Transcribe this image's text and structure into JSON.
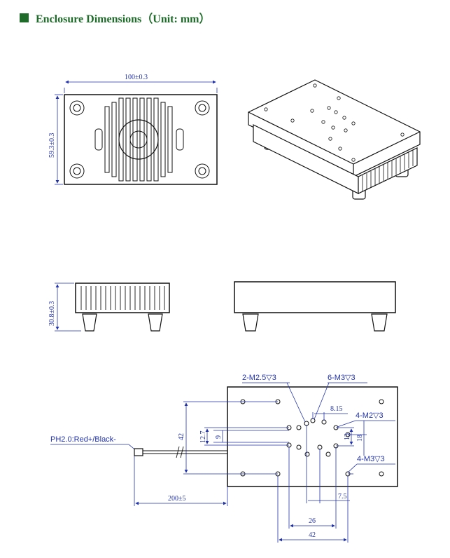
{
  "header": {
    "title": "Enclosure Dimensions（Unit: mm）",
    "accent_color": "#1f6b2a"
  },
  "top_view": {
    "width_dim": "100±0.3",
    "height_dim": "59.3±0.3"
  },
  "side_view": {
    "height_dim": "30.8±0.3"
  },
  "bottom_view": {
    "callout_m25": "2-M2.5▽3",
    "callout_m3_6": "6-M3▽3",
    "callout_m2": "4-M2▽3",
    "callout_m3_4": "4-M3▽3",
    "connector_label": "PH2.0:Red+/Black-",
    "dim_815": "8.15",
    "dim_42_v": "42",
    "dim_127": "12.7",
    "dim_9": "9",
    "dim_13": "13",
    "dim_18": "18",
    "dim_75": "7.5",
    "dim_26": "26",
    "dim_42_h": "42",
    "dim_cable": "200±5"
  },
  "colors": {
    "dimension": "#2233aa",
    "outline": "#111111"
  }
}
